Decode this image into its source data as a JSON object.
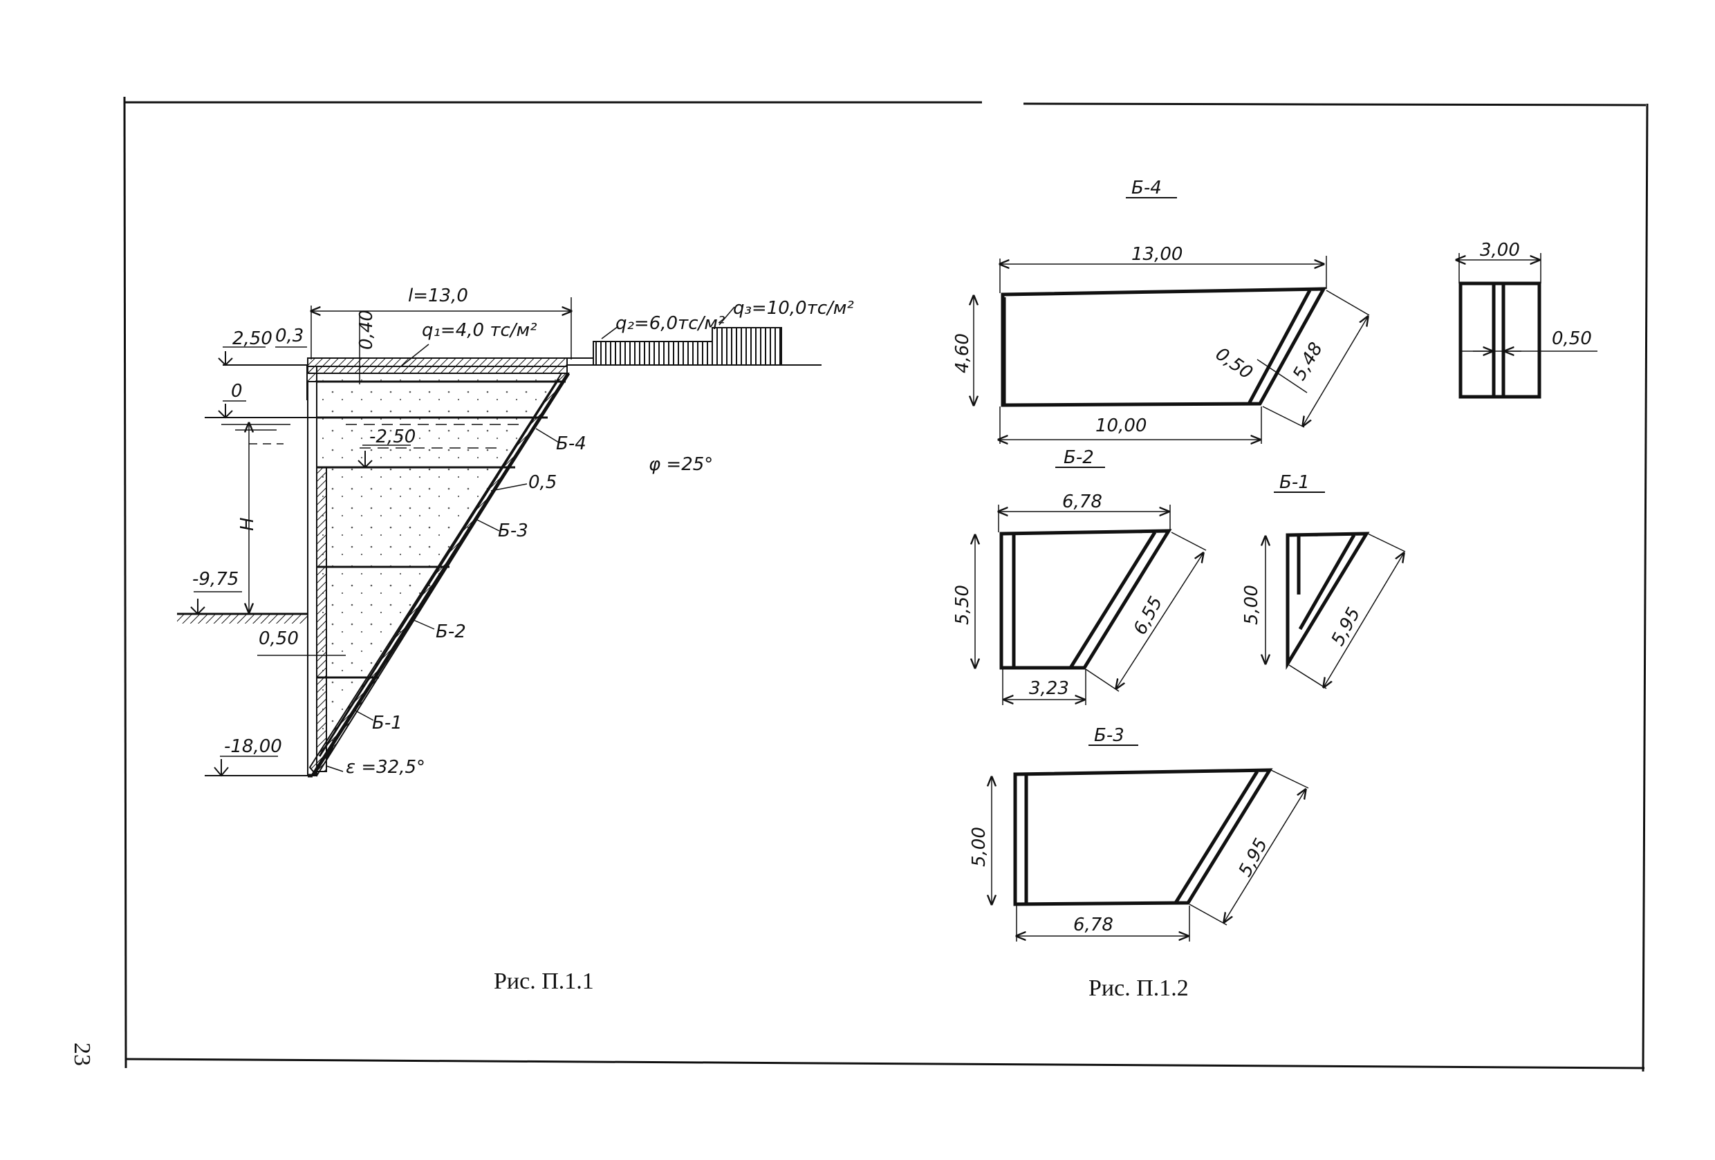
{
  "page_number": "23",
  "figure1": {
    "caption": "Рис. П.1.1",
    "dim_l": "l=13,0",
    "dim_03": "0,3",
    "dim_040": "0,40",
    "q1": "q₁=4,0 тс/м²",
    "q2": "q₂=6,0тс/м²",
    "q3": "q₃=10,0тс/м²",
    "lvl_250": "2,50",
    "lvl_0": "0",
    "lvl_m250": "-2,50",
    "lvl_m975": "-9,75",
    "lvl_m1800": "-18,00",
    "dim_050": "0,50",
    "h_label": "H",
    "phi": "φ =25°",
    "eps": "ε =32,5°",
    "b4": "Б-4",
    "b3": "Б-3",
    "b2": "Б-2",
    "b1": "Б-1",
    "slope_05": "0,5"
  },
  "figure2": {
    "caption": "Рис. П.1.2",
    "b4": {
      "title": "Б-4",
      "top": "13,00",
      "bottom": "10,00",
      "height": "4,60",
      "diag": "5,48",
      "wall": "0,50"
    },
    "section": {
      "width": "3,00",
      "wall": "0,50"
    },
    "b2": {
      "title": "Б-2",
      "top": "6,78",
      "bottom": "3,23",
      "height": "5,50",
      "diag": "6,55"
    },
    "b1": {
      "title": "Б-1",
      "height": "5,00",
      "diag": "5,95"
    },
    "b3": {
      "title": "Б-3",
      "bottom": "6,78",
      "height": "5,00",
      "diag": "5,95"
    }
  }
}
